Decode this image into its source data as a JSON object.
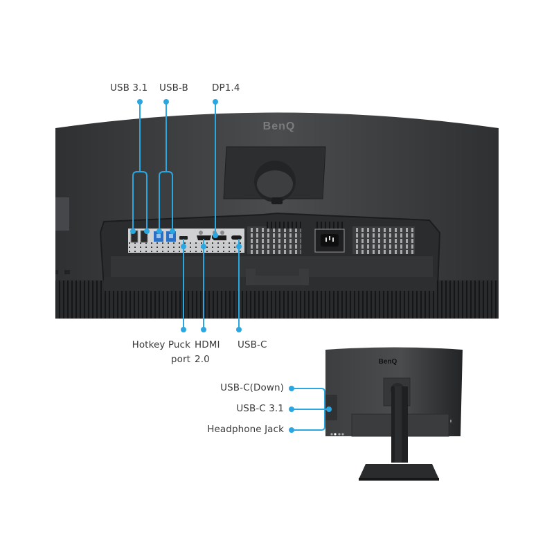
{
  "image": {
    "description": "Product feature image: rear I/O ports of a BenQ monitor with callout labels",
    "brand_logo": "BenQ",
    "accent_color": "#2aa7e0",
    "monitor_color": "#3a3c3e"
  },
  "top_callouts": [
    {
      "label": "USB 3.1"
    },
    {
      "label": "USB-B"
    },
    {
      "label": "DP1.4"
    }
  ],
  "bottom_callouts": [
    {
      "label_line1": "Hotkey Puck",
      "label_line2": "port"
    },
    {
      "label_line1": "HDMI",
      "label_line2": "2.0"
    },
    {
      "label_line1": "USB-C",
      "label_line2": ""
    }
  ],
  "side_callouts": [
    {
      "label": "USB-C(Down)"
    },
    {
      "label": "USB-C 3.1"
    },
    {
      "label": "Headphone Jack"
    }
  ]
}
